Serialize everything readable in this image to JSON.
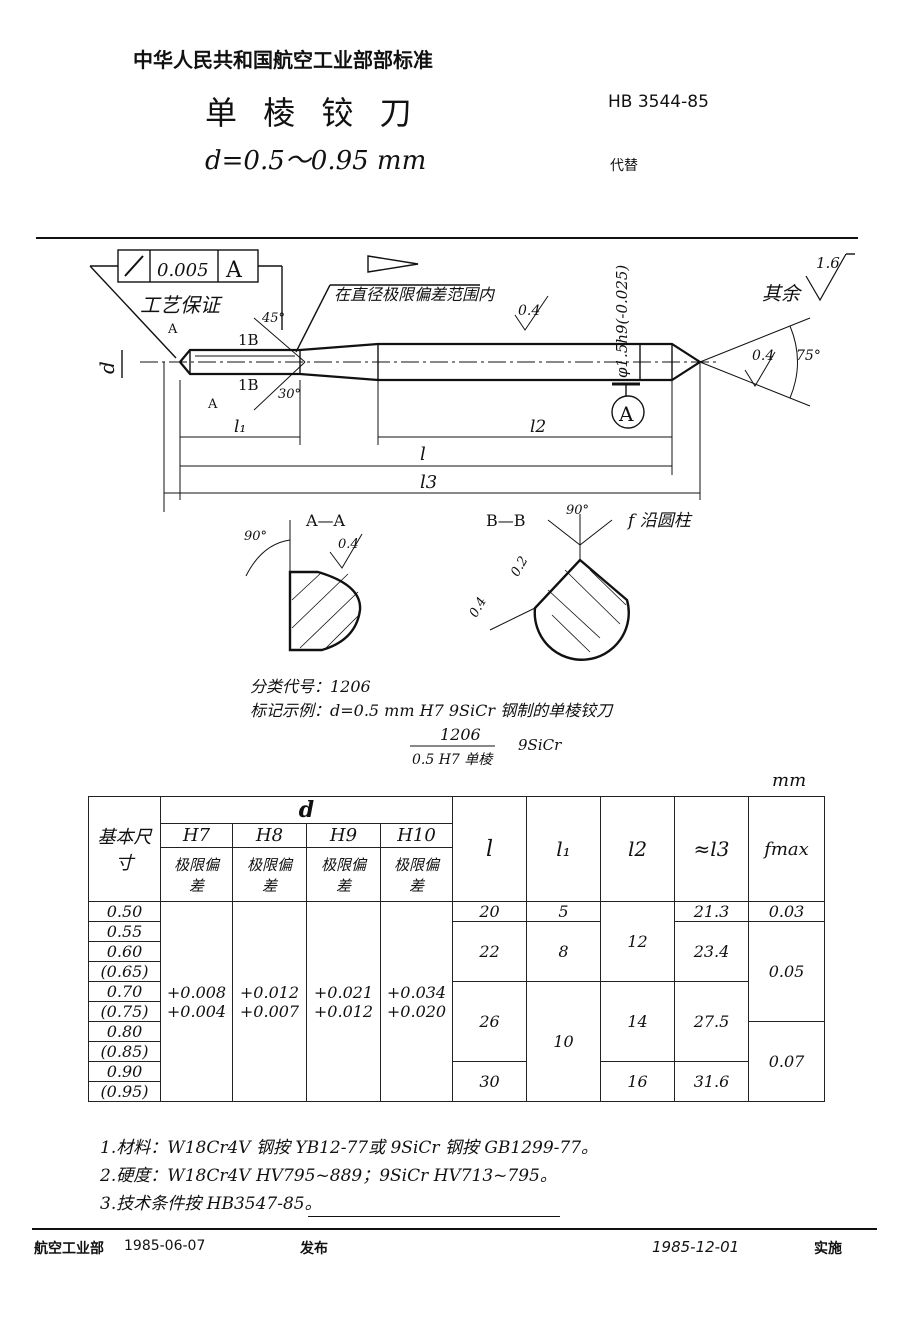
{
  "header": {
    "org_standard": "中华人民共和国航空工业部部标准",
    "title": "单 棱 铰 刀",
    "range": "d=0.5～0.95 mm",
    "code": "HB 3544-85",
    "replaces": "代替"
  },
  "drawing": {
    "tolerance_value": "0.005",
    "datum": "A",
    "process_guarantee": "工艺保证",
    "note_within_tolerance": "在直径极限偏差范围内",
    "rest_label": "其余",
    "rest_roughness": "1.6",
    "roughness_04": "0.4",
    "angle_45": "45°",
    "angle_30": "30°",
    "angle_75": "75°",
    "angle_90": "90°",
    "label_d": "d",
    "label_1B": "1B",
    "label_A": "A",
    "shank_dia": "φ1.5h9(-0.025)",
    "dim_l1": "l₁",
    "dim_l2": "l2",
    "dim_l": "l",
    "dim_l3": "l3",
    "section_aa": "A—A",
    "section_bb": "B—B",
    "roughness_02": "0.2",
    "f_cylinder": "f 沿圆柱"
  },
  "classification": {
    "class_code_line": "分类代号：1206",
    "example_line": "标记示例：d=0.5 mm H7 9SiCr 钢制的单棱铰刀",
    "example_num": "1206",
    "example_den": "0.5 H7 单棱",
    "example_material": "9SiCr"
  },
  "table": {
    "unit": "mm",
    "head_d": "d",
    "head_basic": "基本尺寸",
    "head_h7": "H7",
    "head_h8": "H8",
    "head_h9": "H9",
    "head_h10": "H10",
    "head_dev": "极限偏差",
    "head_l": "l",
    "head_l1": "l₁",
    "head_l2": "l2",
    "head_l3": "≈l3",
    "head_fmax": "fmax",
    "sizes": [
      "0.50",
      "0.55",
      "0.60",
      "(0.65)",
      "0.70",
      "(0.75)",
      "0.80",
      "(0.85)",
      "0.90",
      "(0.95)"
    ],
    "h7": "+0.008\n+0.004",
    "h8": "+0.012\n+0.007",
    "h9": "+0.021\n+0.012",
    "h10": "+0.034\n+0.020",
    "l": [
      "20",
      "22",
      "26",
      "30"
    ],
    "l1": [
      "5",
      "8",
      "10"
    ],
    "l2": [
      "12",
      "14",
      "16"
    ],
    "l3": [
      "21.3",
      "23.4",
      "27.5",
      "31.6"
    ],
    "fmax": [
      "0.03",
      "0.05",
      "0.07"
    ]
  },
  "notes": [
    "1.材料：W18Cr4V 钢按 YB12-77或 9SiCr 钢按 GB1299-77。",
    "2.硬度：W18Cr4V HV795~889；9SiCr HV713~795。",
    "3.技术条件按 HB3547-85。"
  ],
  "footer": {
    "issuer": "航空工业部",
    "issue_date": "1985-06-07",
    "issued": "发布",
    "effective_date": "1985-12-01",
    "implement": "实施"
  }
}
